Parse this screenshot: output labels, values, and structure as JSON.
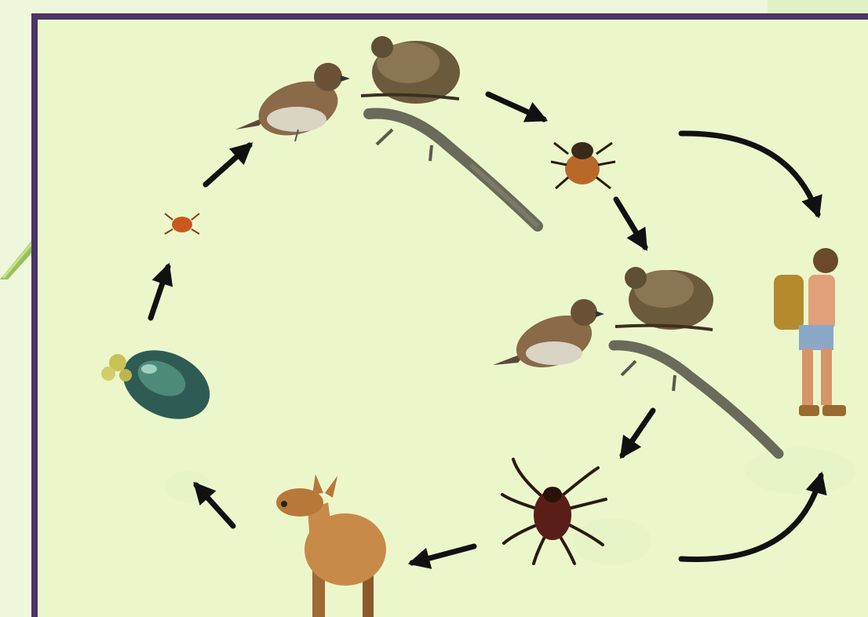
{
  "diagram": {
    "kind": "life-cycle",
    "stages": [
      {
        "id": "egg-mass",
        "icon": "tick-egg-mass-icon"
      },
      {
        "id": "larva",
        "icon": "tick-larva-icon"
      },
      {
        "id": "larva-hosts",
        "icons": [
          "sparrow-icon",
          "mouse-icon",
          "lizard-icon"
        ]
      },
      {
        "id": "nymph",
        "icon": "tick-nymph-icon"
      },
      {
        "id": "nymph-hosts",
        "icons": [
          "sparrow-icon",
          "mouse-icon",
          "lizard-icon"
        ]
      },
      {
        "id": "adult",
        "icon": "adult-tick-icon"
      },
      {
        "id": "adult-host",
        "icon": "deer-icon"
      },
      {
        "id": "incidental-host",
        "icon": "hiker-icon"
      }
    ],
    "colors": {
      "frame": "#4a3564",
      "background": "#ebf7cb",
      "arrow": "#111111"
    }
  }
}
